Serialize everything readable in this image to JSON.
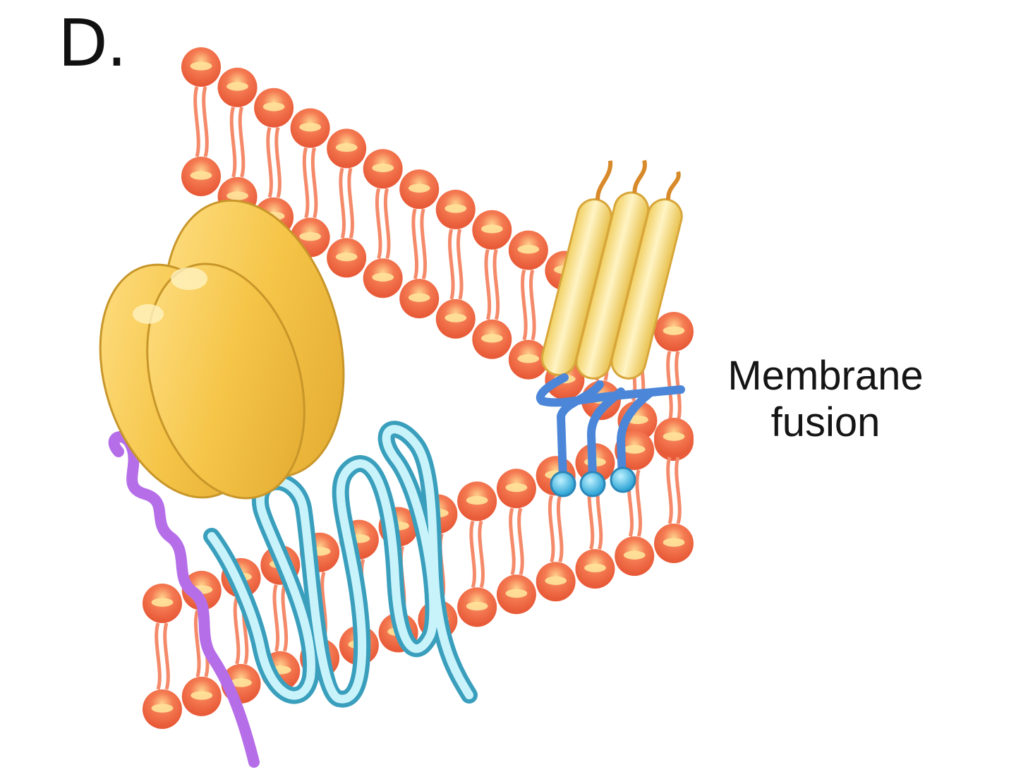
{
  "panel": {
    "letter": "D."
  },
  "caption": {
    "line1": "Membrane",
    "line2": "fusion"
  },
  "colors": {
    "lipid_head": "#f06a45",
    "lipid_highlight": "#ffe39a",
    "lipid_tail": "#f48a6a",
    "protein_gold": "#f2c446",
    "helix_cyan": "#7fd8ec",
    "helix_outline": "#3aa3c0",
    "strand_purple": "#b56ee8",
    "snare_blue": "#4b86d8",
    "rod_yellow": "#fbe59a"
  },
  "icons": [
    "lipid-bilayer-upper",
    "lipid-bilayer-lower",
    "gold-protein-complex",
    "cyan-coiled-helix",
    "purple-strand",
    "yellow-rod-proteins",
    "blue-anchor-proteins"
  ]
}
